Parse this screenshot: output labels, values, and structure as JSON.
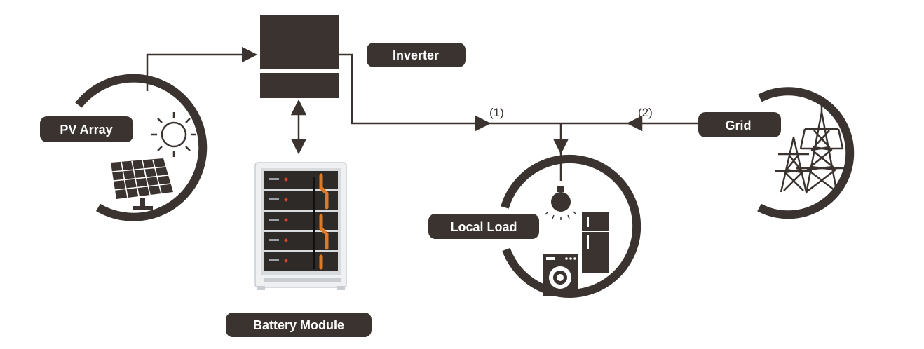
{
  "labels": {
    "pv_array": "PV Array",
    "inverter": "Inverter",
    "battery_module": "Battery Module",
    "local_load": "Local Load",
    "grid": "Grid"
  },
  "flows": {
    "flow_1": "(1)",
    "flow_2": "(2)"
  },
  "icons": {
    "pv_array": "sun-and-solar-panel-icon",
    "inverter": "inverter-box-icon",
    "battery_module": "battery-rack-icon",
    "local_load": "appliances-icon",
    "grid": "transmission-tower-icon"
  },
  "colors": {
    "primary": "#3a332f",
    "accent": "#e07a22",
    "background": "#ffffff"
  }
}
